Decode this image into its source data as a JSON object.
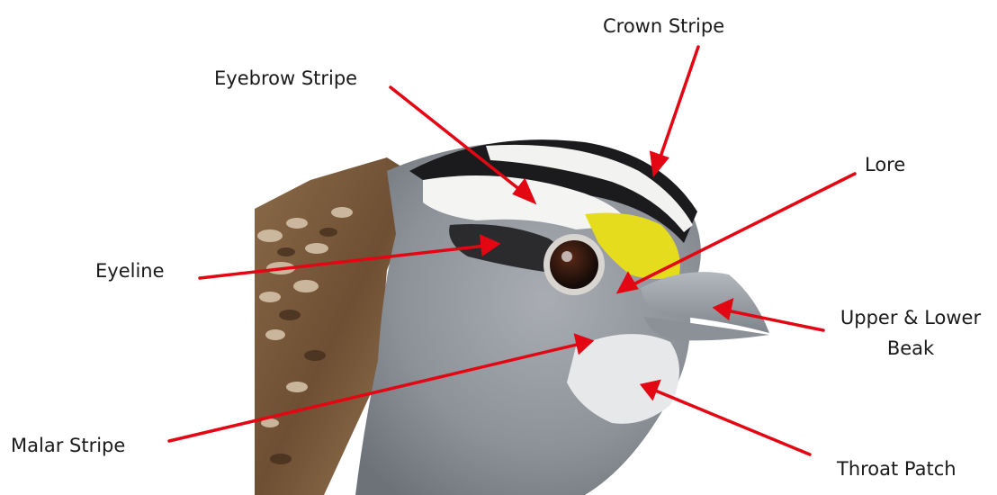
{
  "labels": {
    "crown_stripe": "Crown Stripe",
    "eyebrow_stripe": "Eyebrow Stripe",
    "lore": "Lore",
    "eyeline": "Eyeline",
    "upper_lower_beak_line1": "Upper & Lower",
    "upper_lower_beak_line2": "Beak",
    "malar_stripe": "Malar Stripe",
    "throat_patch": "Throat Patch"
  },
  "colors": {
    "arrow": "#e30613",
    "crown_black": "#1b1b1d",
    "crown_white": "#f2f2f0",
    "lore_yellow": "#e6dc1e",
    "face_gray": "#8e939a",
    "throat_white": "#e7e8ea",
    "brown_back": "#7a5a3c",
    "beak_gray": "#9aa0a6"
  }
}
